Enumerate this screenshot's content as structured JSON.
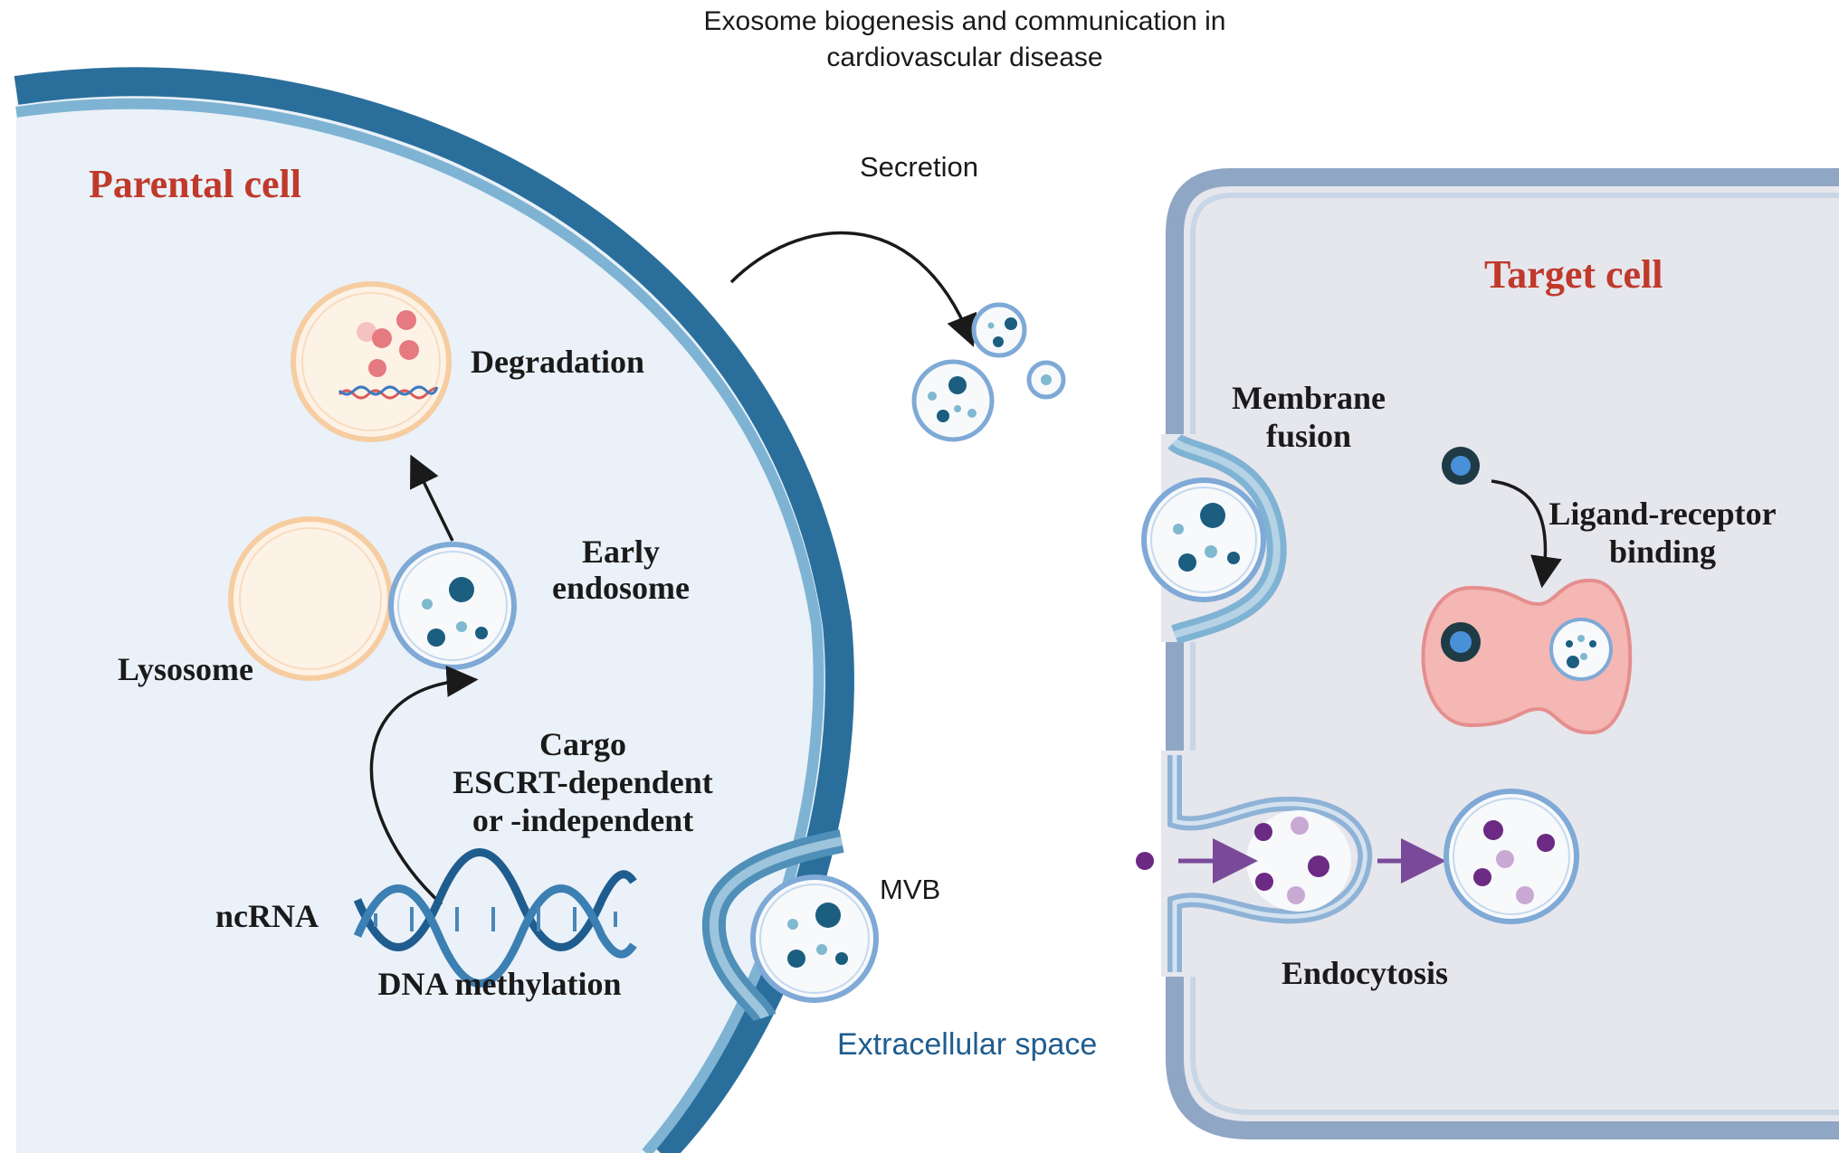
{
  "title_line1": "Exosome biogenesis and communication in",
  "title_line2": "cardiovascular disease",
  "parental_cell": "Parental  cell",
  "target_cell": "Target cell",
  "secretion": "Secretion",
  "degradation": "Degradation",
  "early_endosome_1": "Early",
  "early_endosome_2": "endosome",
  "lysosome": "Lysosome",
  "cargo_1": "Cargo",
  "cargo_2": "ESCRT-dependent",
  "cargo_3": "or -independent",
  "ncrna": "ncRNA",
  "dna_methylation": "DNA methylation",
  "mvb": "MVB",
  "extracellular_space": "Extracellular space",
  "membrane_fusion_1": "Membrane",
  "membrane_fusion_2": "fusion",
  "ligand_1": "Ligand-receptor",
  "ligand_2": "binding",
  "endocytosis": "Endocytosis",
  "colors": {
    "membrane_dark": "#2a6f9c",
    "membrane_light": "#7fb3d3",
    "parental_fill": "#eaf1f8",
    "target_fill": "#e6e6ed",
    "target_membrane": "#8fa6c4",
    "label_red": "#c0392b",
    "extracellular_blue": "#1f5d8f",
    "cargo_dark": "#1b5e80",
    "cargo_light": "#7fb9cf",
    "purple": "#6c2a84",
    "purple_light": "#c9a9d4",
    "pink_cell": "#f4b7b3"
  }
}
